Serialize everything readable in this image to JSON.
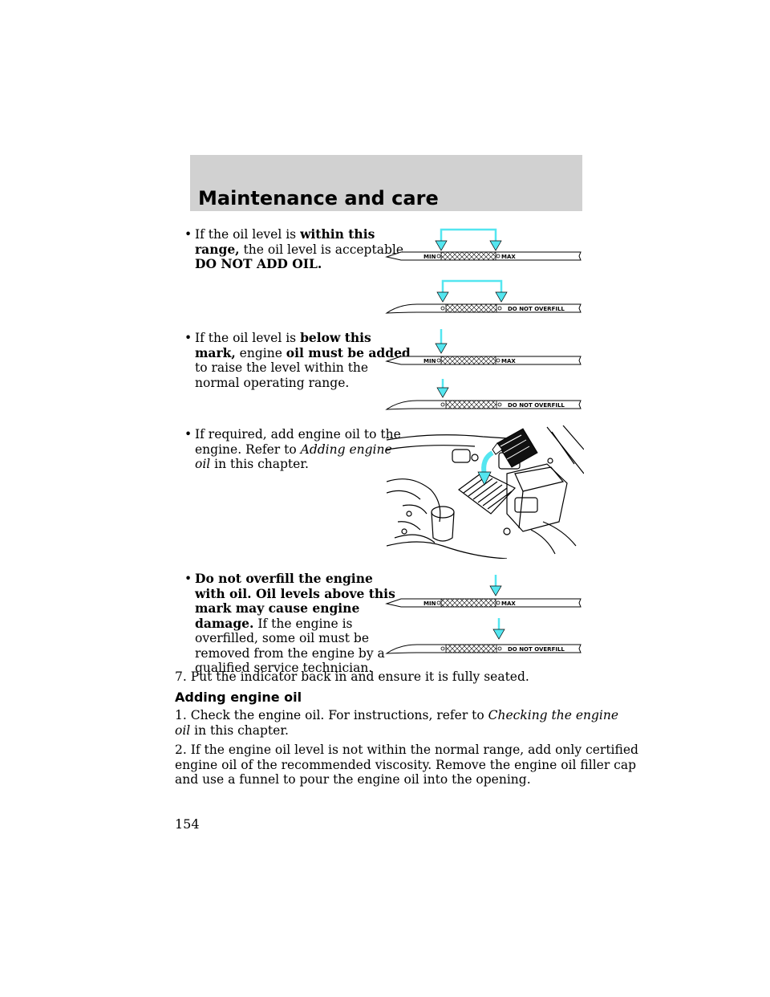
{
  "header": {
    "title": "Maintenance and care"
  },
  "bullet_symbol": "•",
  "bullets": [
    {
      "lines": [
        [
          {
            "t": "If the oil level is ",
            "s": "n"
          },
          {
            "t": "within this",
            "s": "b"
          }
        ],
        [
          {
            "t": "range,",
            "s": "b"
          },
          {
            "t": " the oil level is acceptable.",
            "s": "n"
          }
        ],
        [
          {
            "t": "DO NOT ADD OIL.",
            "s": "b"
          }
        ]
      ]
    },
    {
      "lines": [
        [
          {
            "t": "If the oil level is ",
            "s": "n"
          },
          {
            "t": "below this",
            "s": "b"
          }
        ],
        [
          {
            "t": "mark,",
            "s": "b"
          },
          {
            "t": " engine ",
            "s": "n"
          },
          {
            "t": "oil must be added",
            "s": "b"
          }
        ],
        [
          {
            "t": "to raise the level within the",
            "s": "n"
          }
        ],
        [
          {
            "t": "normal operating range.",
            "s": "n"
          }
        ]
      ]
    },
    {
      "lines": [
        [
          {
            "t": "If required, add engine oil to the",
            "s": "n"
          }
        ],
        [
          {
            "t": "engine. Refer to ",
            "s": "n"
          },
          {
            "t": "Adding engine",
            "s": "i"
          }
        ],
        [
          {
            "t": "oil",
            "s": "i"
          },
          {
            "t": " in this chapter.",
            "s": "n"
          }
        ]
      ]
    },
    {
      "lines": [
        [
          {
            "t": "Do not overfill the engine",
            "s": "b"
          }
        ],
        [
          {
            "t": "with oil. Oil levels above this",
            "s": "b"
          }
        ],
        [
          {
            "t": "mark may cause engine",
            "s": "b"
          }
        ],
        [
          {
            "t": "damage.",
            "s": "b"
          },
          {
            "t": " If the engine is",
            "s": "n"
          }
        ],
        [
          {
            "t": "overfilled, some oil must be",
            "s": "n"
          }
        ],
        [
          {
            "t": "removed from the engine by a",
            "s": "n"
          }
        ],
        [
          {
            "t": "qualified service technician.",
            "s": "n"
          }
        ]
      ]
    }
  ],
  "step7": "7. Put the indicator back in and ensure it is fully seated.",
  "section": {
    "heading": "Adding engine oil",
    "step1": [
      [
        {
          "t": "1. Check the engine oil. For instructions, refer to ",
          "s": "n"
        },
        {
          "t": "Checking the engine",
          "s": "i"
        }
      ],
      [
        {
          "t": "oil",
          "s": "i"
        },
        {
          "t": " in this chapter.",
          "s": "n"
        }
      ]
    ],
    "step2": [
      [
        {
          "t": "2. If the engine oil level is not within the normal range, add only certified",
          "s": "n"
        }
      ],
      [
        {
          "t": "engine oil of the recommended viscosity. Remove the engine oil filler cap",
          "s": "n"
        }
      ],
      [
        {
          "t": "and use a funnel to pour the engine oil into the opening.",
          "s": "n"
        }
      ]
    ]
  },
  "dipstick_labels": {
    "min": "MIN",
    "max": "MAX",
    "overfill": "DO NOT OVERFILL"
  },
  "colors": {
    "header_band": "#d1d1d1",
    "arrow": "#54e6f0"
  },
  "page_number": "154"
}
